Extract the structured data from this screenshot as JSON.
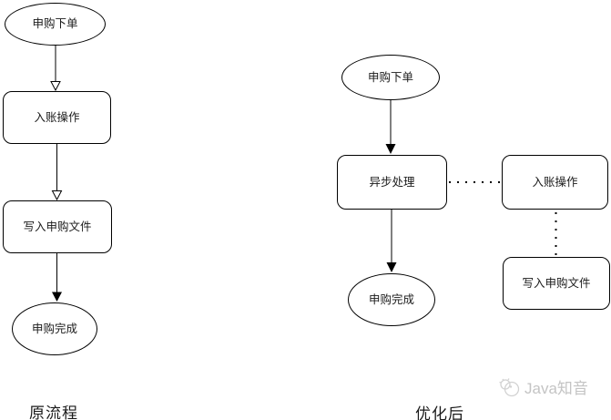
{
  "canvas": {
    "background": "#ffffff",
    "stroke_color": "#000000",
    "watermark_color": "#c4c4c4"
  },
  "left_flow": {
    "label": "原流程",
    "start": "申购下单",
    "step1": "入账操作",
    "step2": "写入申购文件",
    "end": "申购完成"
  },
  "right_flow": {
    "label": "优化后",
    "start": "申购下单",
    "process": "异步处理",
    "async_step1": "入账操作",
    "async_step2": "写入申购文件",
    "end": "申购完成"
  },
  "watermark": {
    "text": "Java知音"
  }
}
